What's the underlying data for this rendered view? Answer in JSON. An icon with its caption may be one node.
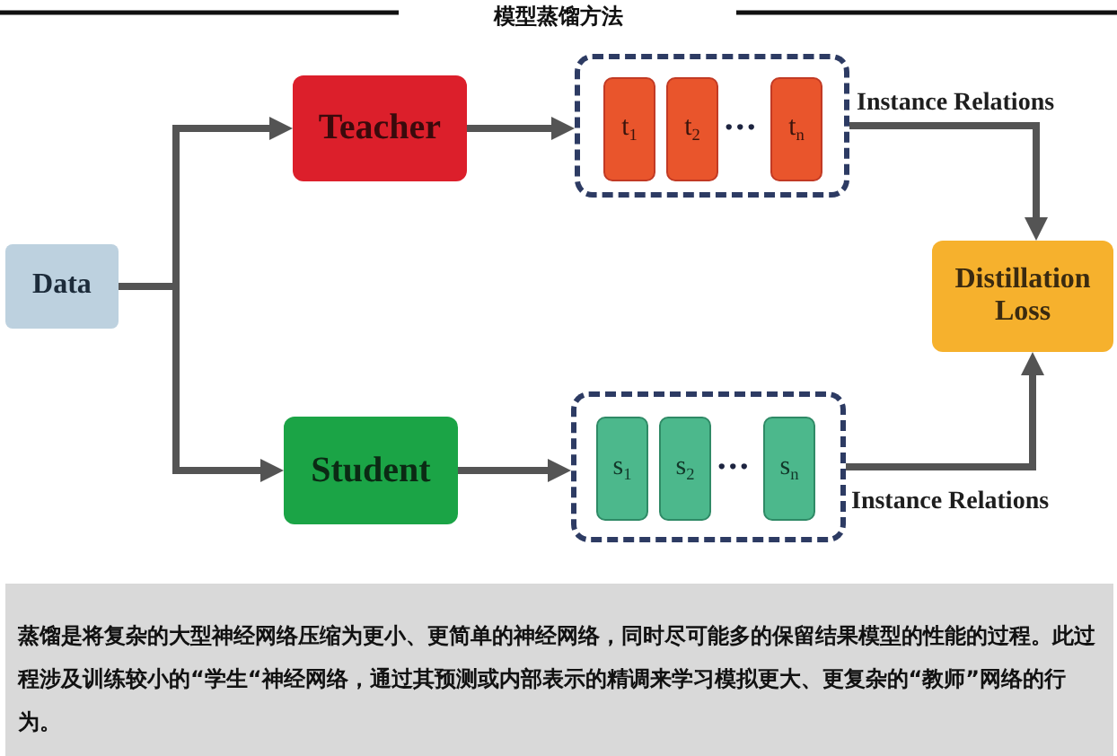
{
  "diagram": {
    "title": "模型蒸馏方法",
    "caption": "蒸馏是将复杂的大型神经网络压缩为更小、更简单的神经网络，同时尽可能多的保留结果模型的性能的过程。此过程涉及训练较小的“学生“神经网络，通过其预测或内部表示的精调来学习模拟更大、更复杂的“教师”网络的行为。",
    "nodes": [
      {
        "text": [
          "Data"
        ]
      },
      {
        "text": [
          "Teacher"
        ]
      },
      {
        "text": [],
        "shape": "box"
      },
      {
        "text": [
          "t$_{1}$"
        ],
        "in": 2
      },
      {
        "text": [
          "t$_{2}$"
        ],
        "in": 2
      },
      {
        "text": [
          "t$_{n}$"
        ],
        "in": 2
      },
      {
        "text": [
          "Student"
        ]
      },
      {
        "text": [],
        "shape": "box"
      },
      {
        "text": [
          "s$_{1}$"
        ],
        "in": 7
      },
      {
        "text": [
          "s$_{2}$"
        ],
        "in": 7
      },
      {
        "text": [
          "s$_{n}$"
        ],
        "in": 7
      },
      {
        "text": [
          "Distillation Loss"
        ]
      }
    ],
    "edges": [
      {
        "from": 0,
        "to": 1,
        "arrow": "to"
      },
      {
        "from": 0,
        "to": 6,
        "arrow": "to"
      },
      {
        "from": 1,
        "to": 2,
        "arrow": "to"
      },
      {
        "from": 2,
        "to": 11,
        "arrow": "to",
        "label": "Instance Relations"
      },
      {
        "from": 6,
        "to": 7,
        "arrow": "to"
      },
      {
        "from": 7,
        "to": 11,
        "arrow": "to",
        "label": "Instance Relations"
      }
    ],
    "labels": [
      "•••",
      "•••"
    ]
  }
}
